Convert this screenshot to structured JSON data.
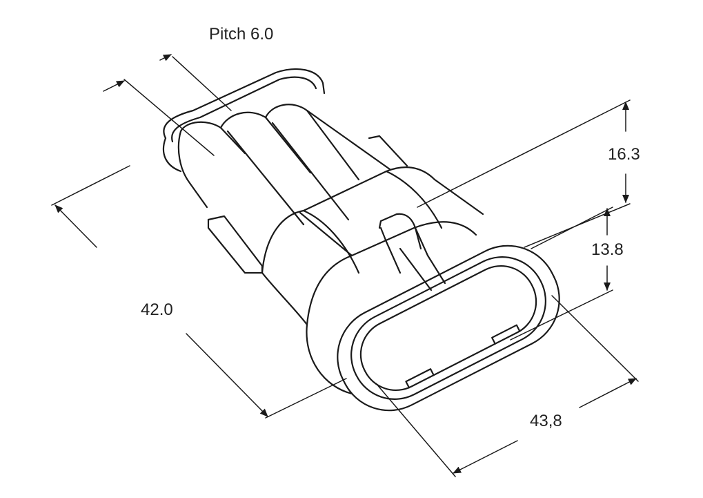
{
  "title": "Connector dimension drawing",
  "dimensions": {
    "pitch": "Pitch 6.0",
    "height_outer": "16.3",
    "height_inner": "13.8",
    "length": "42.0",
    "width": "43,8"
  },
  "colors": {
    "line": "#1a1a1a",
    "background": "#ffffff"
  }
}
